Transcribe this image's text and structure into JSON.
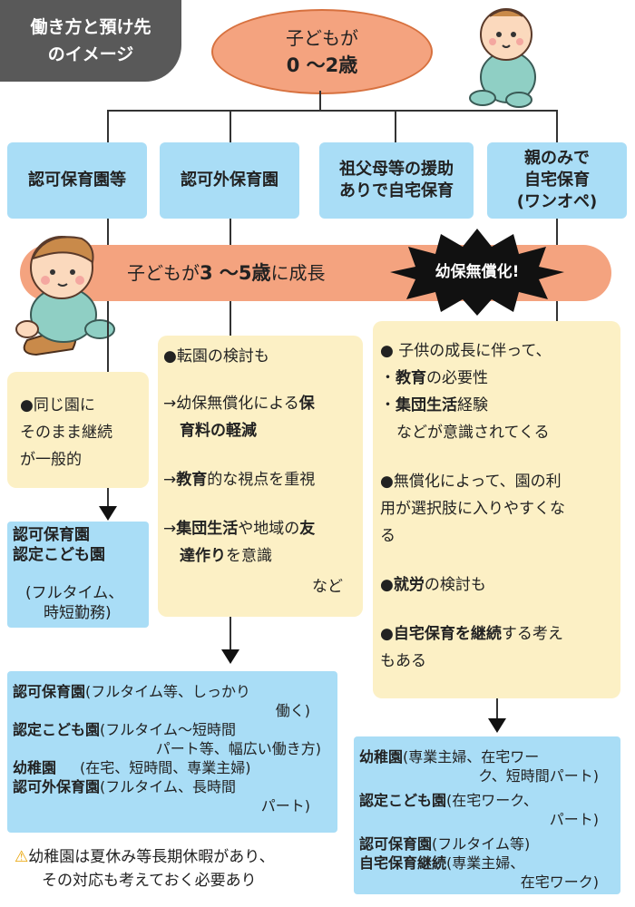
{
  "title": {
    "line1": "働き方と預け先",
    "line2": "のイメージ"
  },
  "start": {
    "line1": "子どもが",
    "line2": "0 〜2歳"
  },
  "options": [
    {
      "line1": "認可保育園等",
      "line2": ""
    },
    {
      "line1": "認可外保育園",
      "line2": ""
    },
    {
      "line1": "祖父母等の援助",
      "line2": "ありで自宅保育"
    },
    {
      "line1": "親のみで",
      "line2": "自宅保育",
      "line3": "(ワンオペ)"
    }
  ],
  "banner": {
    "pre": "子どもが",
    "age": "3 〜5歳",
    "post": "に成長",
    "burst": "幼保無償化!"
  },
  "col1": {
    "l1": "●同じ園に",
    "l2": "そのまま継続",
    "l3": "が一般的"
  },
  "col2": {
    "p1": "●転園の検討も",
    "p2a": "→幼保無償化による",
    "p2b": "保",
    "p2c": "育料の軽減",
    "p3a": "→",
    "p3b": "教育",
    "p3c": "的な視点を重視",
    "p4a": "→",
    "p4b": "集団生活",
    "p4c": "や地域の",
    "p4d": "友",
    "p4e": "達作り",
    "p4f": "を意識",
    "p5": "など"
  },
  "col3": {
    "l1": "● 子供の成長に伴って、",
    "l2a": "・",
    "l2b": "教育",
    "l2c": "の必要性",
    "l3a": "・",
    "l3b": "集団生活",
    "l3c": "経験",
    "l4": "などが意識されてくる",
    "l5": "●無償化によって、園の利",
    "l6": "用が選択肢に入りやすくな",
    "l7": "る",
    "l8a": "●",
    "l8b": "就労",
    "l8c": "の検討も",
    "l9a": "●",
    "l9b": "自宅保育を継続",
    "l9c": "する考え",
    "l10": "もある"
  },
  "res1": {
    "a": "認可保育園",
    "b": "認定こども園",
    "c": "(フルタイム、",
    "d": "時短勤務)"
  },
  "res2": {
    "r1a": "認可保育園",
    "r1b": "(フルタイム等、しっかり",
    "r1c": "働く)",
    "r2a": "認定こども園",
    "r2b": "(フルタイム〜短時間",
    "r2c": "パート等、幅広い働き方)",
    "r3a": "幼稚園",
    "r3b": "(在宅、短時間、専業主婦)",
    "r4a": "認可外保育園",
    "r4b": "(フルタイム、長時間",
    "r4c": "パート)"
  },
  "res3": {
    "r1a": "幼稚園",
    "r1b": "(専業主婦、在宅ワー",
    "r1c": "ク、短時間パート)",
    "r2a": "認定こども園",
    "r2b": "(在宅ワーク、",
    "r2c": "パート)",
    "r3a": "認可保育園",
    "r3b": "(フルタイム等)",
    "r4a": "自宅保育継続",
    "r4b": "(専業主婦、",
    "r4c": "在宅ワーク)"
  },
  "note": {
    "l1": "幼稚園は夏休み等長期休暇があり、",
    "l2": "その対応も考えておく必要あり"
  },
  "colors": {
    "orange": "#f4a37f",
    "blue": "#a9ddf6",
    "yellow": "#fcf0c5",
    "dark": "#595959"
  }
}
